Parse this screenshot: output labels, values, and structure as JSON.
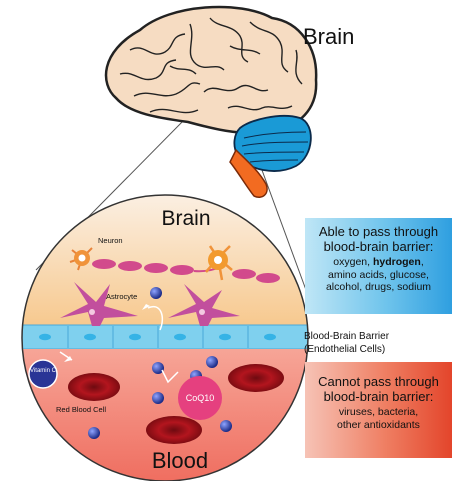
{
  "titles": {
    "brain_top": "Brain",
    "brain_inner": "Brain",
    "blood": "Blood"
  },
  "labels": {
    "neuron": "Neuron",
    "astrocyte": "Astrocyte",
    "red_blood_cell": "Red Blood Cell",
    "vitamin_c": "Vitamin C",
    "coq10": "CoQ10",
    "barrier_line1": "Blood-Brain Barrier",
    "barrier_line2": "(Endothelial Cells)"
  },
  "pass_box": {
    "title_line1": "Able to pass through",
    "title_line2": "blood-brain barrier:",
    "body_line1_a": "oxygen, ",
    "body_line1_b": "hydrogen",
    "body_line1_c": ",",
    "body_line2": "amino acids, glucose,",
    "body_line3": "alcohol, drugs, sodium"
  },
  "fail_box": {
    "title_line1": "Cannot pass through",
    "title_line2": "blood-brain barrier:",
    "body_line1": "viruses, bacteria,",
    "body_line2": "other antioxidants"
  },
  "colors": {
    "brain_fill": "#f6dcc2",
    "cerebellum": "#1a9ad6",
    "brainstem": "#f26b21",
    "brain_zone": "#f7c98f",
    "barrier": "#7fd0ee",
    "blood_zone": "#f38a7c",
    "rbc": "#a0121b",
    "molecule": "#22308f",
    "coq10": "#e5407f",
    "neuron": "#d24a8c",
    "astrocyte": "#c24f9d"
  }
}
